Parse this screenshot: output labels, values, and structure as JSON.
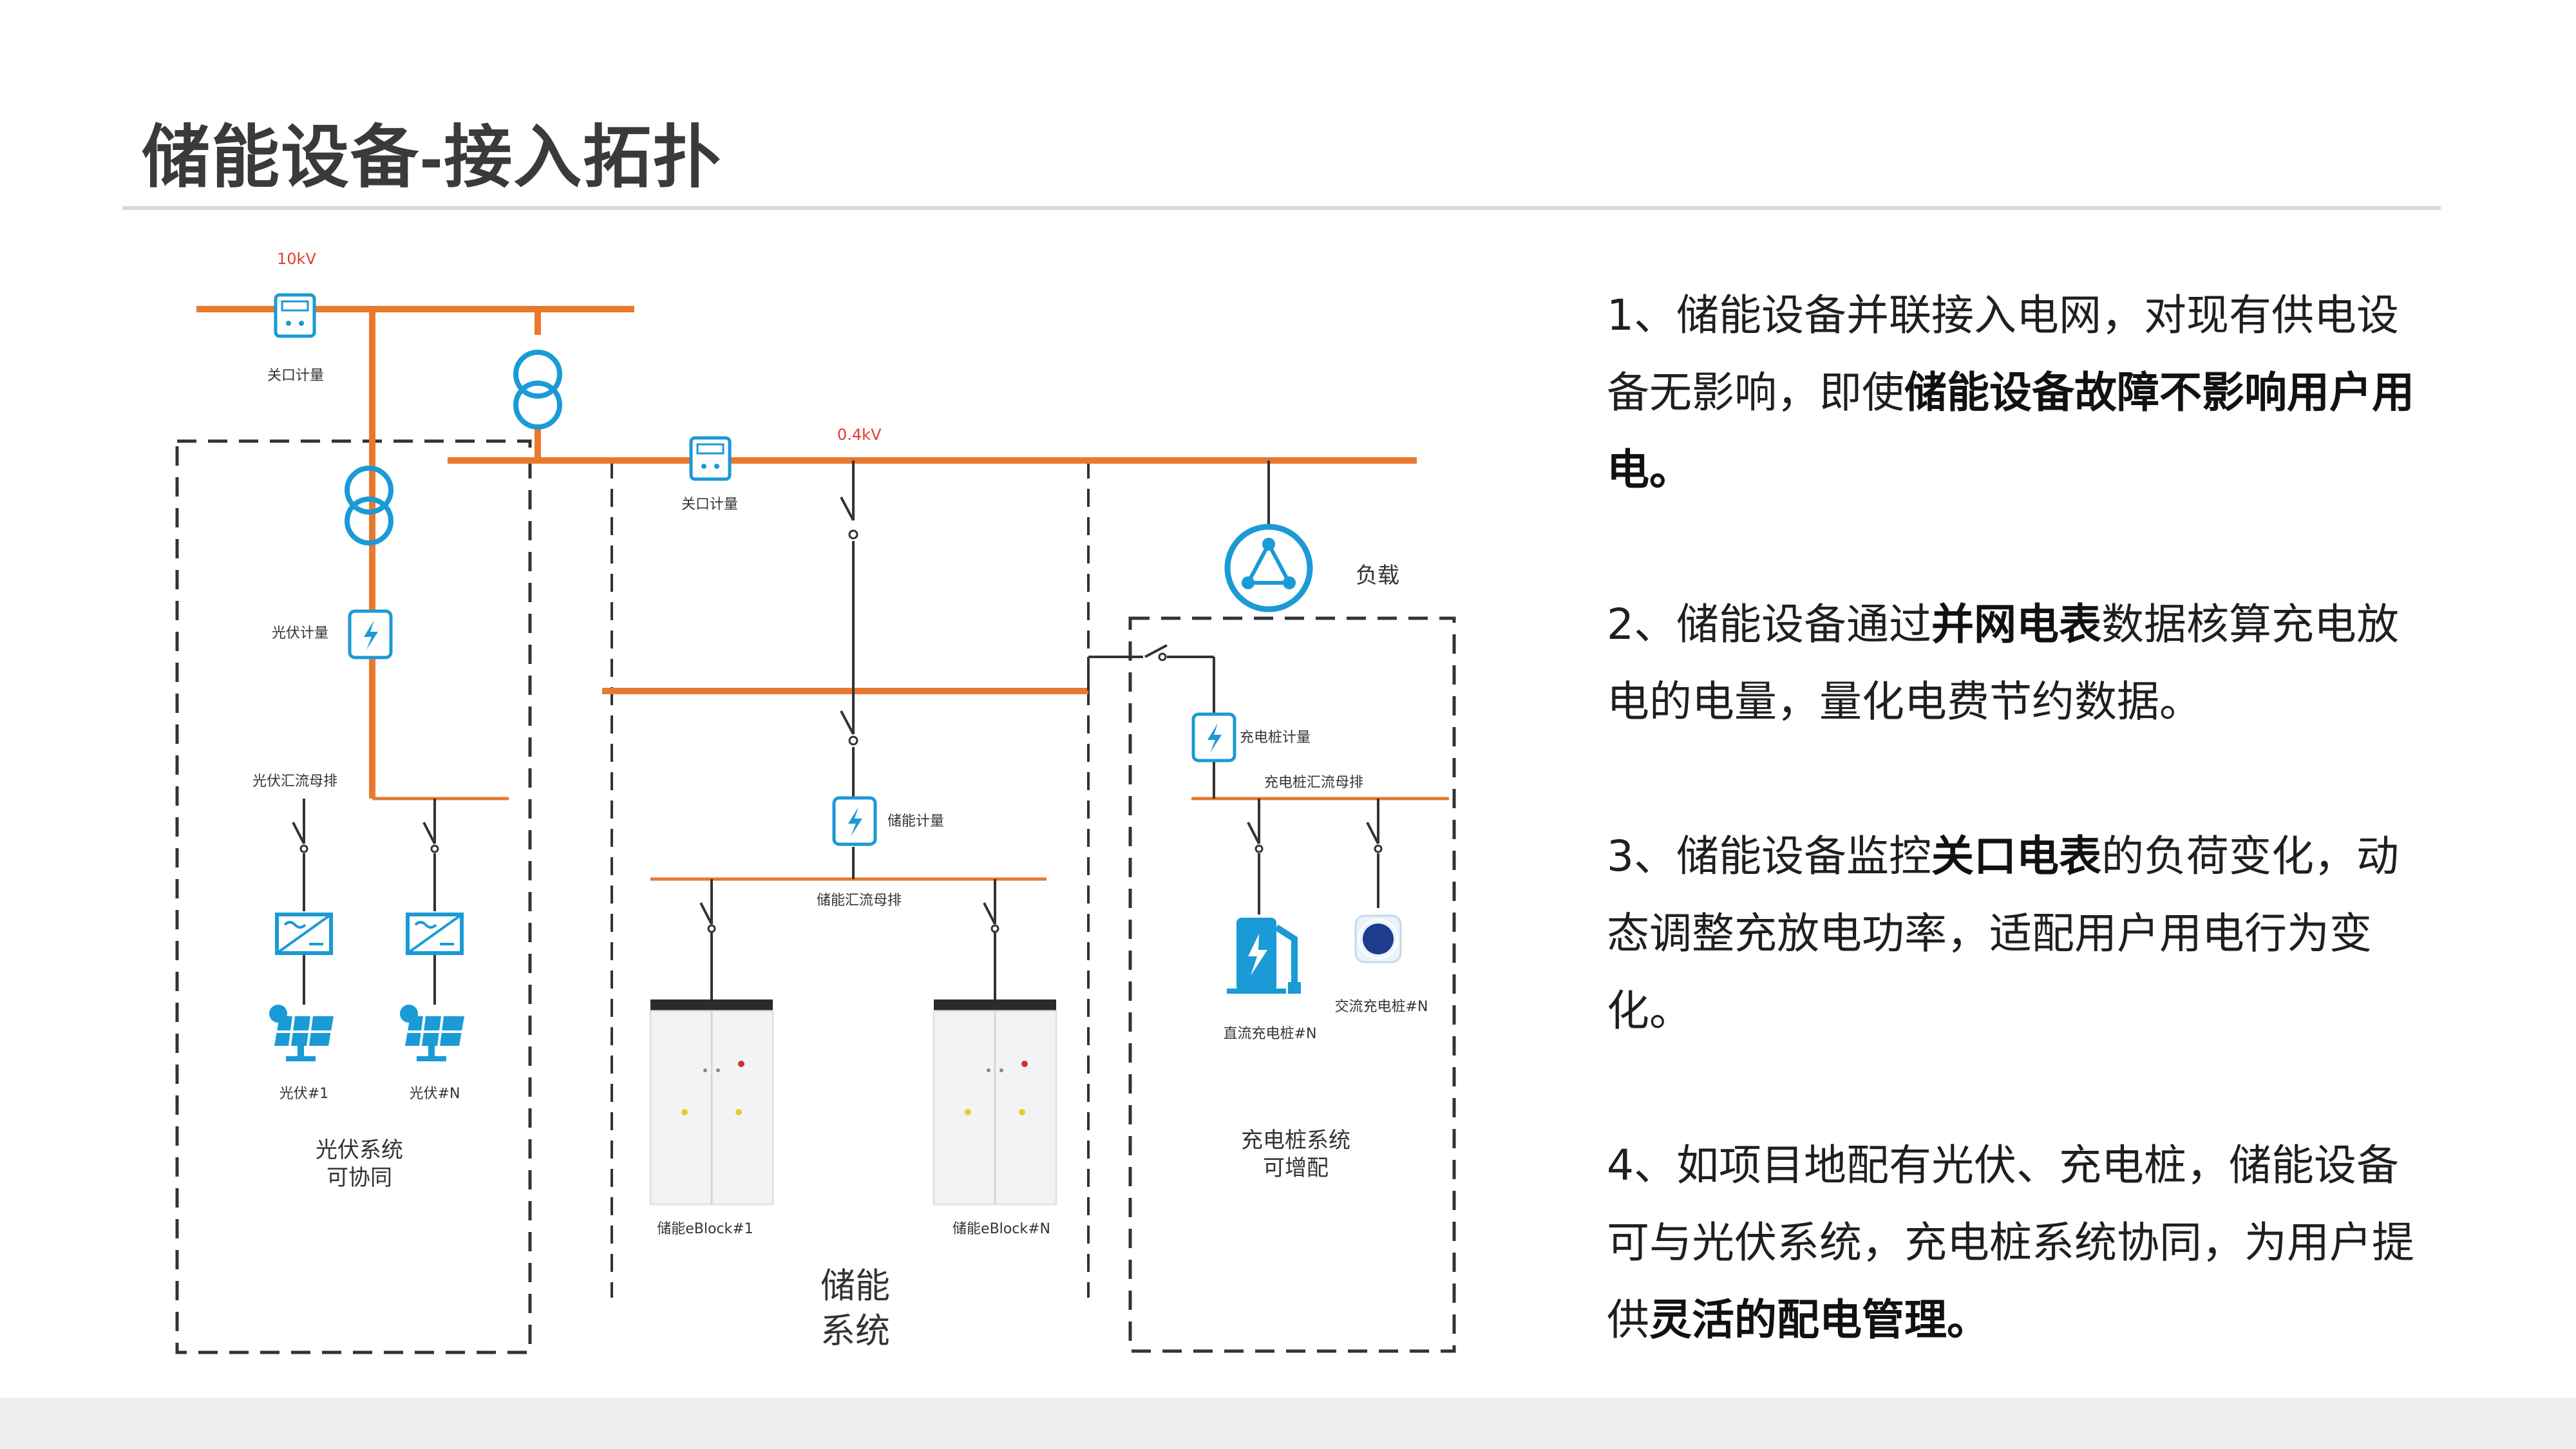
{
  "slide": {
    "title": "储能设备-接入拓扑"
  },
  "diagram": {
    "voltage_hv": "10kV",
    "voltage_lv": "0.4kV",
    "gateway_meter_hv": "关口计量",
    "gateway_meter_lv": "关口计量",
    "pv_meter": "光伏计量",
    "pv_busbar": "光伏汇流母排",
    "pv_unit_1": "光伏#1",
    "pv_unit_n": "光伏#N",
    "pv_system_line1": "光伏系统",
    "pv_system_line2": "可协同",
    "storage_meter": "储能计量",
    "storage_busbar": "储能汇流母排",
    "storage_block_1": "储能eBlock#1",
    "storage_block_n": "储能eBlock#N",
    "storage_system_line1": "储能",
    "storage_system_line2": "系统",
    "load_label": "负载",
    "charger_meter": "充电桩计量",
    "charger_busbar": "充电桩汇流母排",
    "dc_charger": "直流充电桩#N",
    "ac_charger": "交流充电桩#N",
    "charger_system_line1": "充电桩系统",
    "charger_system_line2": "可增配"
  },
  "bullets": [
    {
      "prefix": "1、储能设备并联接入电网，对现有供电设备无影响，即使",
      "bold": "储能设备故障不影响用户用电。",
      "suffix": ""
    },
    {
      "prefix": "2、储能设备通过",
      "bold": "并网电表",
      "suffix": "数据核算充电放电的电量，量化电费节约数据。"
    },
    {
      "prefix": "3、储能设备监控",
      "bold": "关口电表",
      "suffix": "的负荷变化，动态调整充放电功率，适配用户用电行为变化。"
    },
    {
      "prefix": "4、如项目地配有光伏、充电桩，储能设备可与光伏系统，充电桩系统协同，为用户提供",
      "bold": "灵活的配电管理。",
      "suffix": ""
    }
  ],
  "colors": {
    "power_line": "#e8792f",
    "equipment_blue": "#1a9ad6",
    "voltage_red": "#e03c31",
    "dashed_border": "#333333"
  }
}
